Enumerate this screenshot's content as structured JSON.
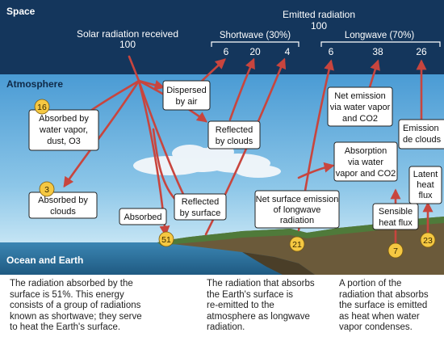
{
  "regions": {
    "space": "Space",
    "atmosphere": "Atmosphere",
    "ocean_earth": "Ocean and Earth"
  },
  "header": {
    "solar_received": "Solar radiation received",
    "solar_value": "100",
    "emitted": "Emitted radiation",
    "emitted_value": "100",
    "shortwave": "Shortwave (30%)",
    "longwave": "Longwave (70%)",
    "shortwave_values": [
      "6",
      "20",
      "4"
    ],
    "longwave_values": [
      "6",
      "38",
      "26"
    ]
  },
  "labels": {
    "dispersed": [
      "Dispersed",
      "by air"
    ],
    "absorbed_vapor": [
      "Absorbed by",
      "water vapor,",
      "dust, O3"
    ],
    "reflected_clouds": [
      "Reflected",
      "by clouds"
    ],
    "absorbed_clouds": [
      "Absorbed by",
      "clouds"
    ],
    "absorbed": "Absorbed",
    "reflected_surface": [
      "Reflected",
      "by surface"
    ],
    "net_surface": [
      "Net surface emission",
      "of longwave",
      "radiation"
    ],
    "net_emission": [
      "Net emission",
      "via water vapor",
      "and CO2"
    ],
    "absorption": [
      "Absorption",
      "via water",
      "vapor and CO2"
    ],
    "emission_clouds": [
      "Emission",
      "de clouds"
    ],
    "sensible": [
      "Sensible",
      "heat flux"
    ],
    "latent": [
      "Latent",
      "heat",
      "flux"
    ]
  },
  "badges": {
    "vapor": "16",
    "clouds": "3",
    "surface": "51",
    "longwave": "21",
    "sensible": "7",
    "latent": "23"
  },
  "captions": {
    "left": [
      "The radiation absorbed by the",
      "surface is 51%. This energy",
      "consists of a group of radiations",
      "known as shortwave; they serve",
      "to heat the Earth's surface."
    ],
    "middle": [
      "The radiation that absorbs",
      "the Earth's surface is",
      "re-emitted to the",
      "atmosphere as longwave",
      "radiation."
    ],
    "right": [
      "A portion of the",
      "radiation that absorbs",
      "the surface is emitted",
      "as heat when water",
      "vapor condenses."
    ]
  },
  "colors": {
    "space": "#14365c",
    "sky_top": "#4a9bd4",
    "sky_bottom": "#cfe8f5",
    "ocean": "#2a6f9a",
    "arrow": "#c8453e",
    "badge": "#f5c842",
    "land": "#6b5a3a"
  }
}
